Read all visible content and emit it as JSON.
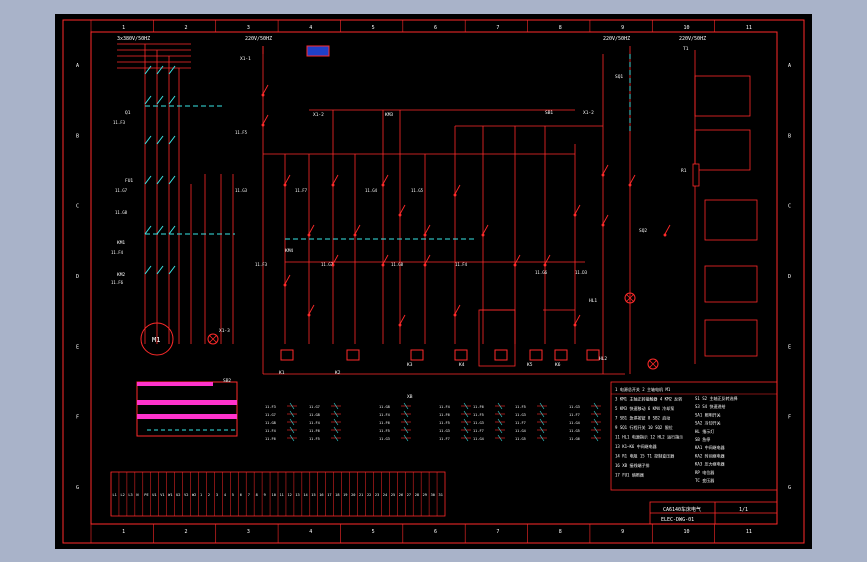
{
  "viewport": {
    "background": "#000000",
    "line_color": "#ff2a2a",
    "cyan": "#39e6e6",
    "white": "#ffffff",
    "magenta": "#ff33cc"
  },
  "columns": [
    "1",
    "2",
    "3",
    "4",
    "5",
    "6",
    "7",
    "8",
    "9",
    "10",
    "11"
  ],
  "rows": [
    "A",
    "B",
    "C",
    "D",
    "E",
    "F",
    "G"
  ],
  "header_notes": {
    "left_supply": "3x380V/50HZ",
    "mid_supply": "220V/50HZ",
    "right_supply_a": "220V/50HZ",
    "right_supply_b": "220V/50HZ"
  },
  "labels": {
    "q1": "Q1",
    "fu1": "FU1",
    "km1": "KM1",
    "km2": "KM2",
    "km3": "KM3",
    "km4": "KM4",
    "m1": "M1",
    "sb1": "SB1",
    "sb2": "SB2",
    "sq1": "SQ1",
    "sq2": "SQ2",
    "x1": "X1-1",
    "x2": "X1-2",
    "x3": "X1-3",
    "xb": "XB",
    "k1": "K1",
    "k2": "K2",
    "k3": "K3",
    "k4": "K4",
    "k5": "K5",
    "k6": "K6",
    "hl1": "HL1",
    "hl2": "HL2",
    "r1": "R1",
    "t1": "T1"
  },
  "contact_refs": [
    "11.F3",
    "11.G7",
    "11.G8",
    "11.F4",
    "11.F6",
    "11.F5",
    "11.G3",
    "11.F7",
    "11.G4",
    "11.G5",
    "11.G6",
    "11.D3"
  ],
  "legend_rows": [
    "1 电源总开关  2 主轴电机 M1",
    "3 KM1 主轴正转接触器  4 KM2 反转",
    "5 KM3 快速移动  6 KM4 冷却泵",
    "7 SB1 急停按钮  8 SB2 启动",
    "9 SQ1 行程开关  10 SQ2 限位",
    "11 HL1 电源指示  12 HL2 运行指示",
    "13 K1–K6 中间继电器",
    "14 R1 电阻  15 T1 控制变压器",
    "16 XB 接线端子排",
    "17 FU1 熔断器"
  ],
  "right_legend": [
    "S1 S2 主轴正反转选择",
    "S3 S4 快速进给",
    "SA1 照明开关",
    "SA2 冷却开关",
    "HL 指示灯",
    "SB 急停",
    "KA1 中间继电器",
    "KA2 时间继电器",
    "KA3 压力继电器",
    "RP 电位器",
    "TC 变压器"
  ],
  "terminal_strip": [
    "L1",
    "L2",
    "L3",
    "N",
    "PE",
    "U1",
    "V1",
    "W1",
    "U2",
    "V2",
    "W2",
    "1",
    "2",
    "3",
    "4",
    "5",
    "6",
    "7",
    "8",
    "9",
    "10",
    "11",
    "12",
    "13",
    "14",
    "15",
    "16",
    "17",
    "18",
    "19",
    "20",
    "21",
    "22",
    "23",
    "24",
    "25",
    "26",
    "27",
    "28",
    "29",
    "30",
    "31"
  ],
  "title_block": {
    "drawing_name": "CA6140车床电气",
    "drawing_no": "ELEC-DWG-01",
    "sheet": "1/1"
  }
}
